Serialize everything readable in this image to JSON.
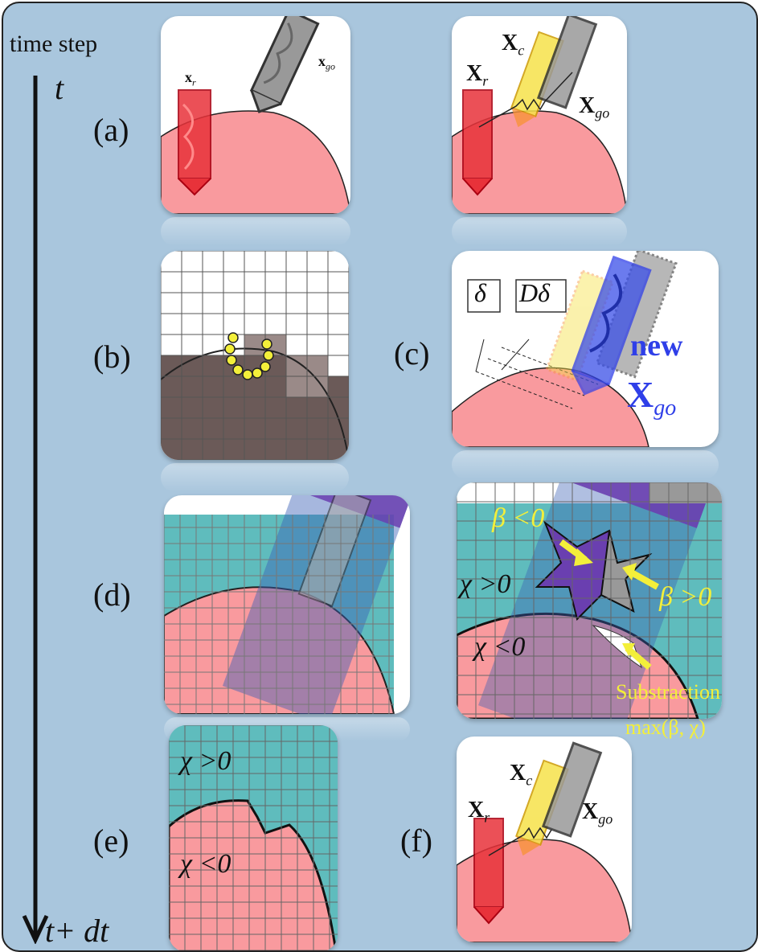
{
  "time_axis": {
    "header": "time step",
    "start": "t",
    "end": "t+ dt"
  },
  "panel_labels": {
    "a": "(a)",
    "b": "(b)",
    "c": "(c)",
    "d": "(d)",
    "e": "(e)",
    "f": "(f)"
  },
  "a_left": {
    "xr": "x",
    "xr_sub": "r",
    "xgo": "x",
    "xgo_sub": "go"
  },
  "a_right": {
    "xr": "X",
    "xr_sub": "r",
    "xc": "X",
    "xc_sub": "c",
    "xgo": "X",
    "xgo_sub": "go"
  },
  "c": {
    "delta": "δ",
    "d_delta": "Dδ",
    "new": "new",
    "xgo": "X",
    "xgo_sub": "go"
  },
  "d_right": {
    "beta_neg": "β <0",
    "beta_pos": "β >0",
    "chi_pos": "χ >0",
    "chi_neg": "χ <0",
    "subtraction": "Substraction:",
    "max": "max(β, χ)"
  },
  "e": {
    "chi_pos": "χ >0",
    "chi_neg": "χ <0"
  },
  "f": {
    "xr": "X",
    "xr_sub": "r",
    "xc": "X",
    "xc_sub": "c",
    "xgo": "X",
    "xgo_sub": "go"
  },
  "colors": {
    "background": "#a9c6dd",
    "pink": "#f99a9e",
    "teal": "#5fbcbd",
    "purple": "#6a3fb0",
    "yellow_text": "#f3ef3a",
    "blue": "#2f3fe8",
    "red_tool": "#e8323a"
  }
}
